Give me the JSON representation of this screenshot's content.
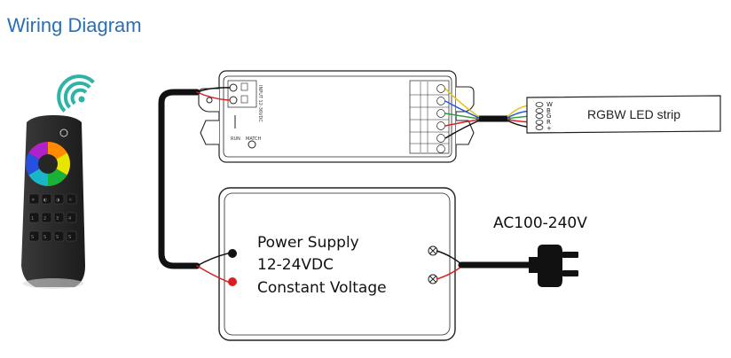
{
  "title": "Wiring Diagram",
  "led_strip": {
    "label": "RGBW LED strip",
    "pins": [
      "W",
      "B",
      "G",
      "R",
      "+"
    ]
  },
  "ac_label": "AC100-240V",
  "power_supply": {
    "line1": "Power Supply",
    "line2": "12-24VDC",
    "line3": "Constant Voltage"
  },
  "controller": {
    "input_label": "INPUT 12-36VDC",
    "run_label": "RUN",
    "match_label": "MATCH"
  },
  "icons": {
    "wireless": "wifi-signal-icon",
    "remote": "rgb-remote-icon",
    "plug": "ac-plug-icon"
  },
  "colors": {
    "title": "#2a6fb5",
    "wireless": "#2fb3a8",
    "wire_red": "#d92020",
    "wire_black": "#111111",
    "wire_green": "#2e9e3a",
    "wire_blue": "#2a5bd7",
    "wire_yellow": "#e6c21a"
  }
}
